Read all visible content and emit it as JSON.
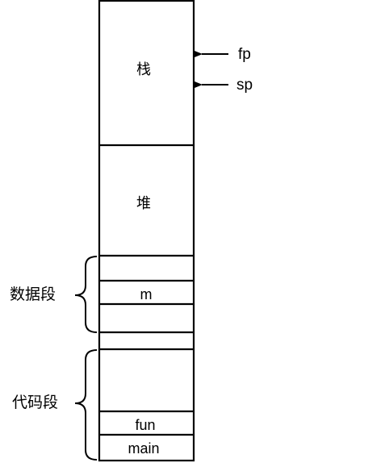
{
  "diagram": {
    "segments": {
      "stack": "栈",
      "heap": "堆",
      "data_var": "m",
      "code_fun": "fun",
      "code_main": "main"
    },
    "pointers": {
      "fp": "fp",
      "sp": "sp"
    },
    "groups": {
      "data_segment": "数据段",
      "code_segment": "代码段"
    }
  }
}
